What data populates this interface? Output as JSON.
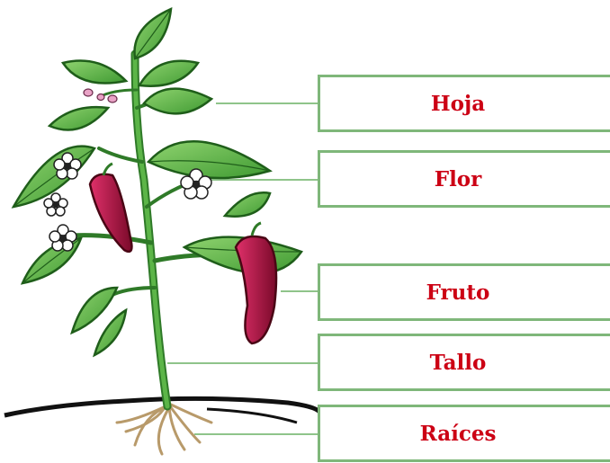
{
  "labels": {
    "hoja": "Hoja",
    "flor": "Flor",
    "fruto": "Fruto",
    "tallo": "Tallo",
    "raices": "Raíces"
  },
  "colors": {
    "label_text": "#cc0014",
    "box_border": "#7fb77a",
    "leaf": "#4caf3f",
    "leaf_dark": "#1f5e1a",
    "stem": "#3f8f35",
    "pepper": "#b0123e",
    "root": "#b89a6a",
    "soil": "#111111"
  },
  "icons": {
    "plant": "pepper-plant-illustration"
  }
}
